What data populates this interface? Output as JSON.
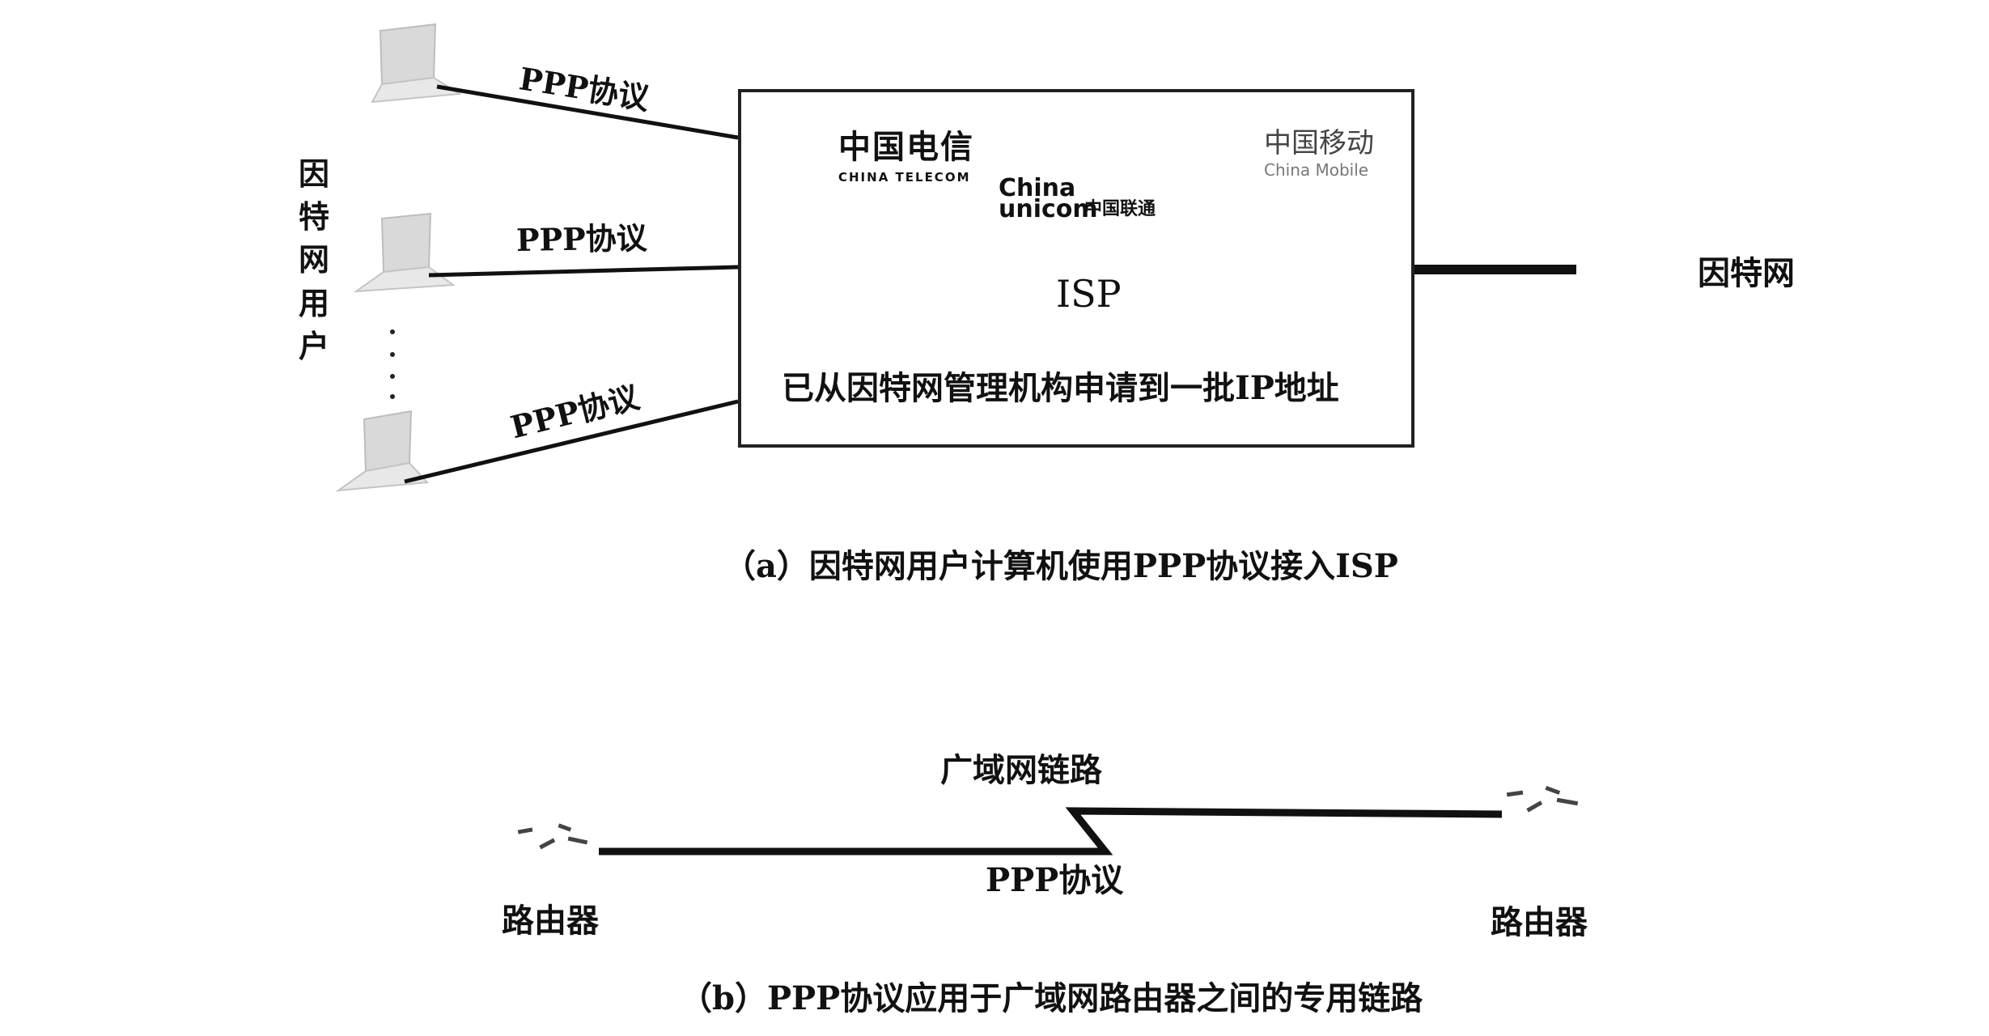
{
  "users_label": "因特网用户",
  "protocol_labels": [
    "PPP协议",
    "PPP协议",
    "PPP协议"
  ],
  "isp": {
    "name": "ISP",
    "note": "已从因特网管理机构申请到一批IP地址",
    "logos": {
      "telecom_cn": "中国电信",
      "telecom_en": "CHINA TELECOM",
      "unicom_line1": "China",
      "unicom_line2": "unicom",
      "unicom_cn": "中国联通",
      "mobile_cn": "中国移动",
      "mobile_en": "China Mobile"
    }
  },
  "internet_label": "因特网",
  "caption_a": "（a）因特网用户计算机使用PPP协议接入ISP",
  "wan": {
    "link_label": "广域网链路",
    "protocol_label": "PPP协议",
    "router_left": "路由器",
    "router_right": "路由器"
  },
  "caption_b": "（b）PPP协议应用于广域网路由器之间的专用链路",
  "colors": {
    "line": "#111111",
    "highlight": "#5bbfe0",
    "laptop": "#d8d8d8"
  }
}
